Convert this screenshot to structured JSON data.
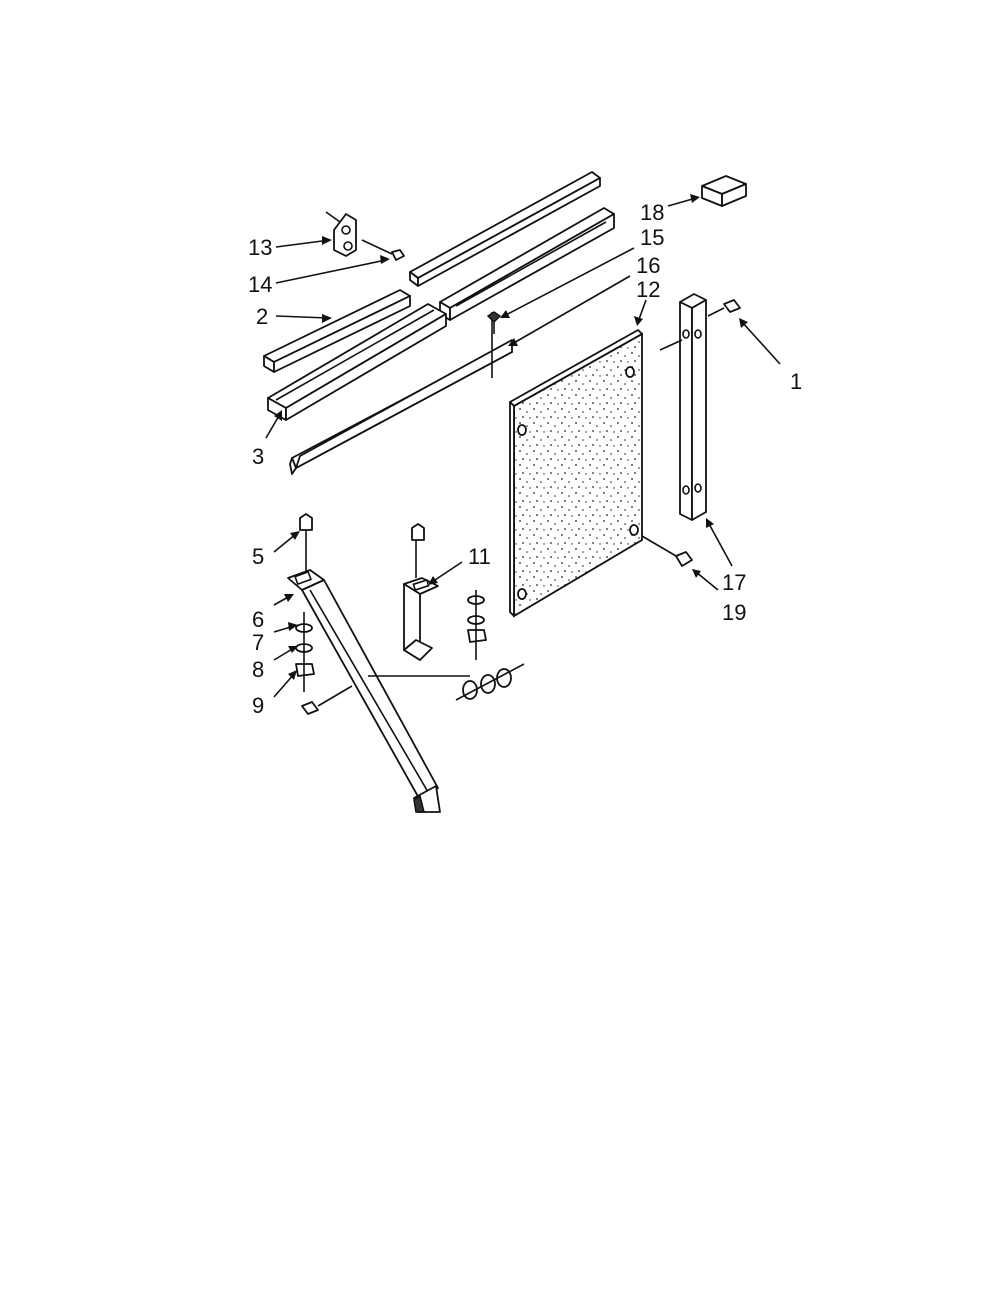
{
  "colors": {
    "ink": "#111111",
    "paper": "#ffffff"
  },
  "callouts": [
    {
      "id": "c1",
      "text": "1"
    },
    {
      "id": "c2",
      "text": "2"
    },
    {
      "id": "c3",
      "text": "3"
    },
    {
      "id": "c5",
      "text": "5"
    },
    {
      "id": "c6",
      "text": "6"
    },
    {
      "id": "c7",
      "text": "7"
    },
    {
      "id": "c8",
      "text": "8"
    },
    {
      "id": "c9",
      "text": "9"
    },
    {
      "id": "c11",
      "text": "11"
    },
    {
      "id": "c12",
      "text": "12"
    },
    {
      "id": "c13",
      "text": "13"
    },
    {
      "id": "c14",
      "text": "14"
    },
    {
      "id": "c15",
      "text": "15"
    },
    {
      "id": "c16",
      "text": "16"
    },
    {
      "id": "c17",
      "text": "17"
    },
    {
      "id": "c18",
      "text": "18"
    },
    {
      "id": "c19",
      "text": "19"
    }
  ]
}
